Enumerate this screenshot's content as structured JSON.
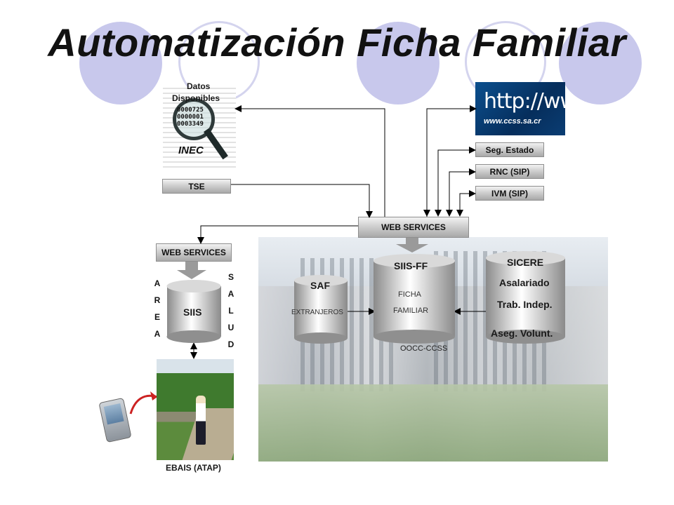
{
  "title": "Automatización Ficha Familiar",
  "inec": {
    "caption_line1": "Datos",
    "caption_line2": "Disponibles",
    "logo": "INEC",
    "digits": [
      "0000725",
      "0000001",
      "0003349"
    ]
  },
  "tse": "TSE",
  "http": {
    "logo_text": "http://www",
    "url": "www.ccss.sa.cr"
  },
  "right_services": [
    "Seg. Estado",
    "RNC (SIP)",
    "IVM (SIP)"
  ],
  "web_services_main": "WEB SERVICES",
  "web_services_left": "WEB SERVICES",
  "siis": {
    "label": "SIIS",
    "left_letters": [
      "A",
      "R",
      "E",
      "A"
    ],
    "right_letters": [
      "S",
      "A",
      "L",
      "U",
      "D"
    ]
  },
  "saf": {
    "label": "SAF",
    "sub": "EXTRANJEROS"
  },
  "siis_ff": {
    "label": "SIIS-FF",
    "line1": "FICHA",
    "line2": "FAMILIAR",
    "caption": "OOCC-CCSS"
  },
  "sicere": {
    "label": "SICERE",
    "lines": [
      "Asalariado",
      "Trab. Indep.",
      "Aseg. Volunt."
    ]
  },
  "ebais": "EBAIS (ATAP)",
  "colors": {
    "decor_circle": "#c8c8ec",
    "cylinder_dark": "#8a8a8a",
    "cylinder_light": "#ffffff"
  }
}
